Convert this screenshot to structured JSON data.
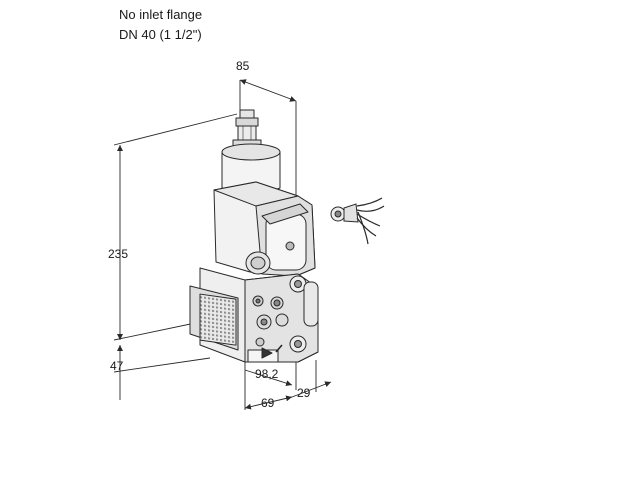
{
  "caption": {
    "line1": "No inlet flange",
    "line2": "DN 40 (1 1/2\")"
  },
  "dimensions": {
    "top_width": "85",
    "height_body": "235",
    "height_base": "47",
    "base_offset": "98,2",
    "base_width": "69",
    "side_depth": "29"
  },
  "colors": {
    "line": "#2a2a2a",
    "body_fill": "#f2f2f2",
    "shade": "#cfcfcf",
    "dark": "#555555"
  },
  "parts": {
    "connector": "connector-plug-icon",
    "arrow": "flow-arrow-icon"
  }
}
